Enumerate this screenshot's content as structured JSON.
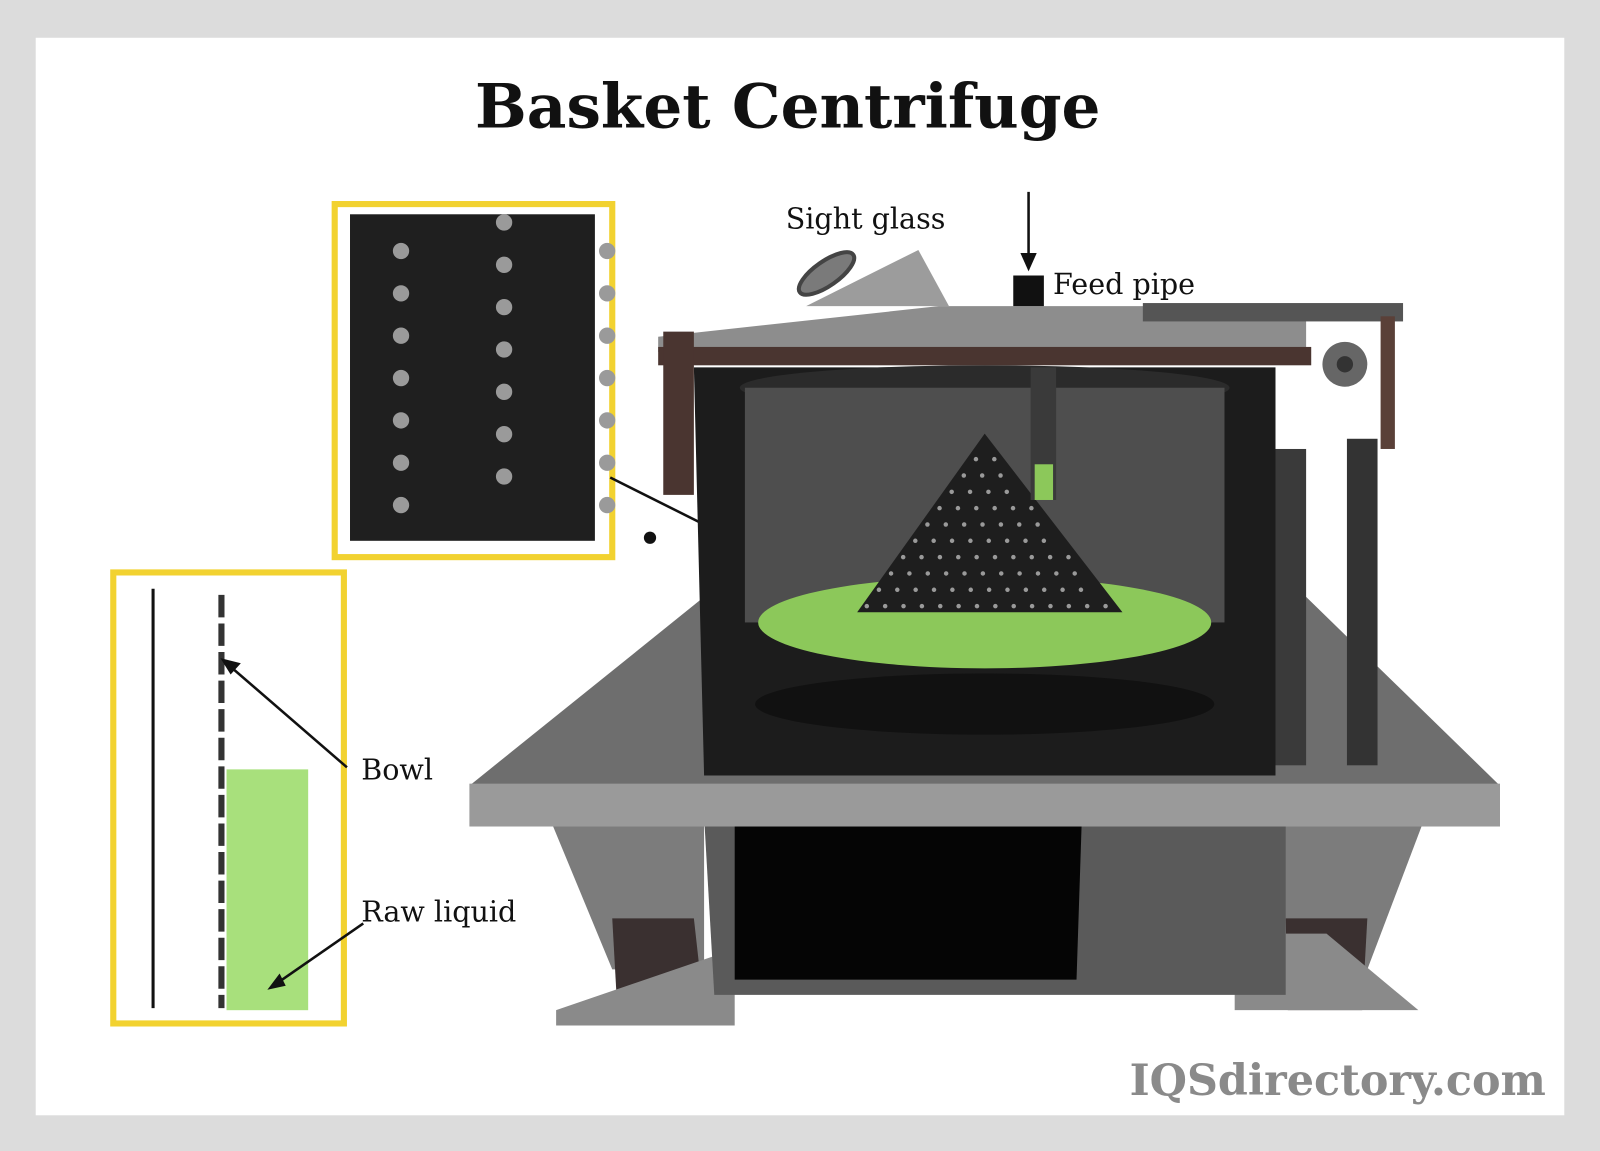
{
  "title": "Basket Centrifuge",
  "labels": {
    "sight_glass": "Sight glass",
    "feed_pipe": "Feed pipe",
    "bowl": "Bowl",
    "raw_liquid": "Raw liquid"
  },
  "watermark": "IQSdirectory.com",
  "colors": {
    "inset_border": "#f2d230",
    "liquid": "#8cc85a",
    "liquid_inset": "#a8e07c",
    "body_dark": "#2a2a2a",
    "steel": "#8c8c8c"
  }
}
